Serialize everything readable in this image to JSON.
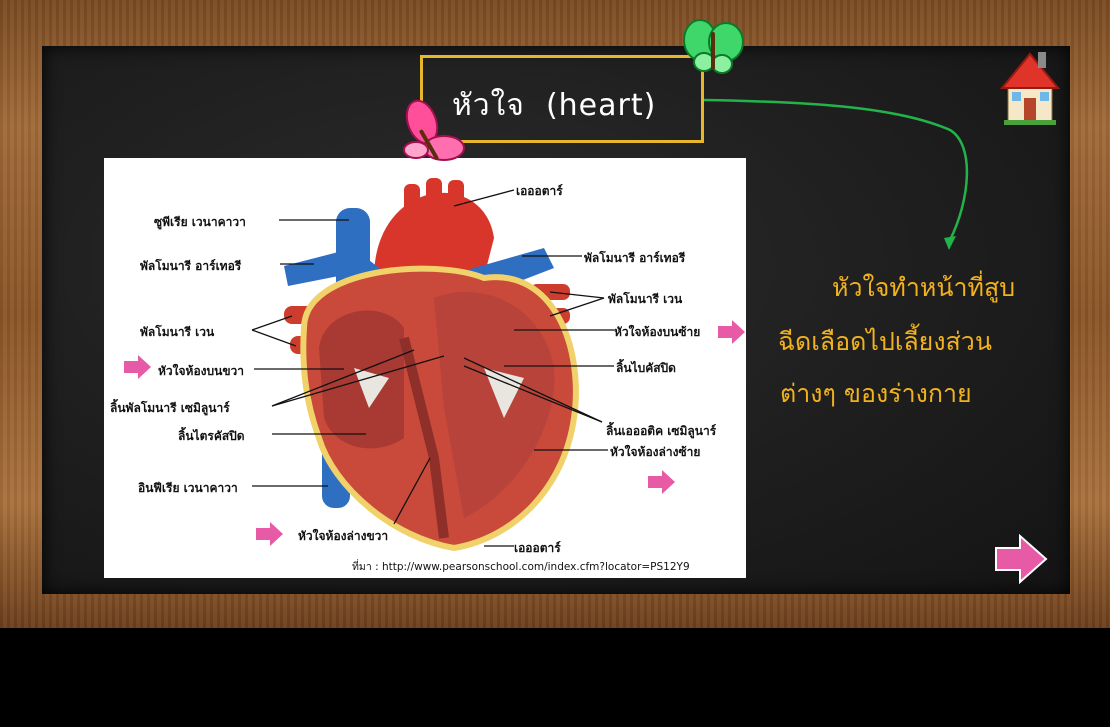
{
  "title": {
    "thai": "หัวใจ",
    "english": "(heart)"
  },
  "description": {
    "line1": "หัวใจทำหน้าที่สูบ",
    "line2": "ฉีดเลือดไปเลี้ยงส่วน",
    "line3": "ต่างๆ  ของร่างกาย"
  },
  "diagram": {
    "labels": {
      "aorta_top": "เอออตาร์",
      "superior_vena_cava": "ซูพีเรีย เวนาคาวา",
      "pulmonary_artery_left": "พัลโมนารี อาร์เทอรี",
      "pulmonary_artery_right": "พัลโมนารี อาร์เทอรี",
      "pulmonary_veins_right": "พัลโมนารี เวน",
      "pulmonary_veins_left": "พัลโมนารี เวน",
      "left_atrium": "หัวใจห้องบนซ้าย",
      "right_atrium": "หัวใจห้องบนขวา",
      "mitral_valve": "ลิ้นไบคัสปิด",
      "pulmonary_semilunar": "ลิ้นพัลโมนารี เซมิลูนาร์",
      "tricuspid_valve": "ลิ้นไตรคัสปิด",
      "aortic_semilunar": "ลิ้นเอออติค เซมิลูนาร์",
      "left_ventricle": "หัวใจห้องล่างซ้าย",
      "inferior_vena_cava": "อินฟีเรีย เวนาคาวา",
      "right_ventricle": "หัวใจห้องล่างขวา",
      "aorta_bottom": "เอออตาร์"
    },
    "source": "ที่มา  :  http://www.pearsonschool.com/index.cfm?locator=PS12Y9"
  },
  "colors": {
    "accent": "#f2b21e",
    "border": "#e8b62a",
    "arrow": "#e75aa6",
    "connector": "#23b34a"
  },
  "icons": [
    "house-icon",
    "butterfly-icon",
    "pink-arrow-icon"
  ]
}
